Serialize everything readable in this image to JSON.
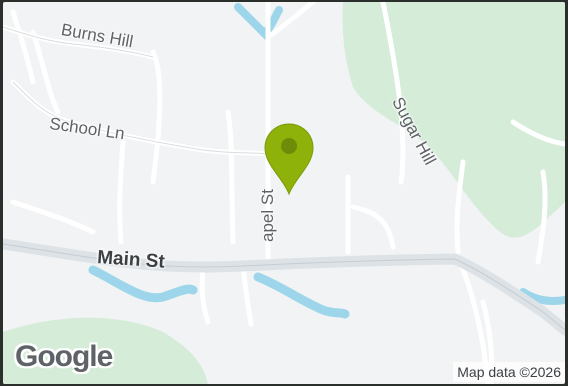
{
  "map": {
    "streets": {
      "burns_hill": "Burns Hill",
      "school_ln": "School Ln",
      "chapel_st": "apel St",
      "sugar_hill": "Sugar Hill",
      "main_st": "Main St"
    },
    "attribution": "Map data ©2026",
    "logo": "Google",
    "colors": {
      "marker": "#8fb20b",
      "water": "#9dd6ea",
      "park": "#d4ecd8",
      "road": "#ffffff"
    },
    "icons": {
      "marker": "map-pin-icon"
    }
  }
}
